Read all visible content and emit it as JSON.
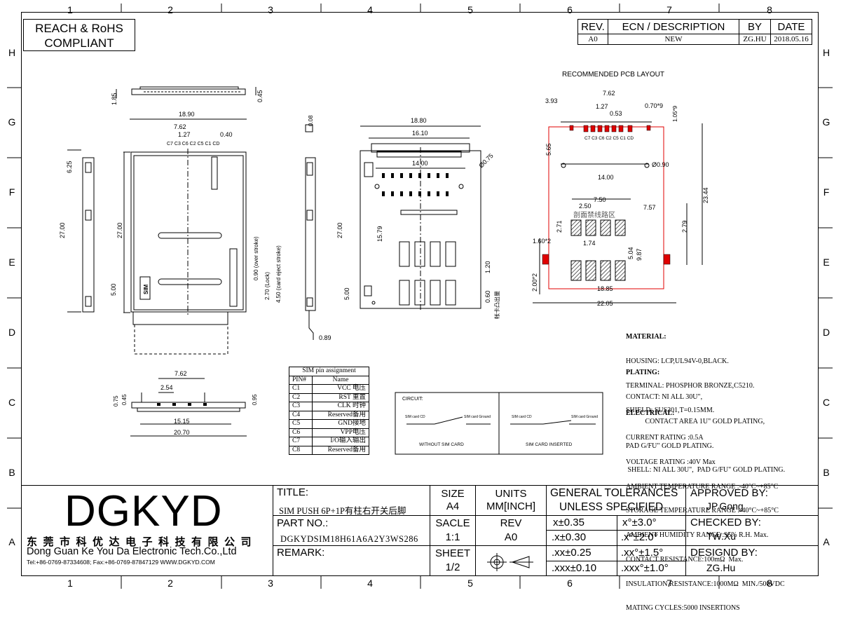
{
  "zones": {
    "numbers": [
      "1",
      "2",
      "3",
      "4",
      "5",
      "6",
      "7",
      "8"
    ],
    "letters": [
      "H",
      "G",
      "F",
      "E",
      "D",
      "C",
      "B",
      "A"
    ]
  },
  "compliance": {
    "line1": "REACH & RoHS",
    "line2": "COMPLIANT"
  },
  "revision_table": {
    "headers": [
      "REV.",
      "ECN / DESCRIPTION",
      "BY",
      "DATE"
    ],
    "row": [
      "A0",
      "NEW",
      "ZG.HU",
      "2018.05.16"
    ]
  },
  "pcb_layout": {
    "title": "RECOMMENDED PCB LAYOUT",
    "dims": [
      "3.93",
      "7.62",
      "0.70*9",
      "1.27",
      "0.53",
      "1.05*9",
      "5.65",
      "14.00",
      "Ø0.90",
      "23.44",
      "2.50",
      "7.50",
      "7.57",
      "2.71",
      "2.79",
      "1.74",
      "5.04",
      "9.87",
      "1.60*2",
      "2.00*2",
      "18.85",
      "22.05"
    ],
    "contacts": "C7 C3 C6 C2 C5 C1 CD",
    "keepout": "剖面禁线路区"
  },
  "top_view": {
    "dims": [
      "18.90",
      "7.62",
      "1.27",
      "0.40",
      "27.00",
      "6.25",
      "5.00",
      "0.90 (over stroke)",
      "2.70 (Lock)",
      "4.50 (card eject stroke)",
      "0.89"
    ],
    "contacts": "C7 C3 C6 C2 C5 C1 CD",
    "sim_label": "SIM"
  },
  "side_view_top": {
    "dims": [
      "1.85",
      "0.45"
    ]
  },
  "side_view_right": {
    "dims": [
      "0.08"
    ]
  },
  "bottom_view": {
    "dims": [
      "18.80",
      "16.10",
      "14.00",
      "Ø0.75",
      "27.00",
      "15.79",
      "5.00",
      "1.20",
      "0.60"
    ],
    "note": "帐卡凸出量"
  },
  "front_view": {
    "dims": [
      "7.62",
      "2.54",
      "0.75",
      "0.45",
      "0.95",
      "15.15",
      "20.70"
    ]
  },
  "sim_pin_assignment": {
    "title": "SIM pin assignment",
    "headers": [
      "PIN#",
      "Name"
    ],
    "rows": [
      [
        "C1",
        "VCC 电压"
      ],
      [
        "C2",
        "RST 重置"
      ],
      [
        "C3",
        "CLK 时钟"
      ],
      [
        "C4",
        "Reserved备用"
      ],
      [
        "C5",
        "GND接地"
      ],
      [
        "C6",
        "VPP电压"
      ],
      [
        "C7",
        "I/O输入输出"
      ],
      [
        "C8",
        "Reserved备用"
      ]
    ]
  },
  "circuit": {
    "title": "CIRCUIT:",
    "label_card_cd": "SIM card CD",
    "label_card_ground": "SIM card Ground",
    "left_caption": "WITHOUT SIM CARD",
    "right_caption": "SIM CARD INSERTED"
  },
  "specs": {
    "material_title": "MATERIAL:",
    "material": [
      "HOUSING: LCP,UL94V-0,BLACK.",
      "TERMINAL: PHOSPHOR BRONZE,C5210.",
      "SHIELD: SUS301,T=0.15MM."
    ],
    "plating_title": "PLATING:",
    "plating": [
      "CONTACT: NI ALL 30U\",",
      "           CONTACT AREA 1U\" GOLD PLATING,",
      "PAD G/FU\" GOLD PLATING.",
      " SHELL: NI ALL 30U\",  PAD G/FU\" GOLD PLATING."
    ],
    "electrical_title": "ELECTRICAL:",
    "electrical": [
      "CURRENT RATING :0.5A",
      "VOLTAGE RATING :40V Max",
      "AMBIENT TEMPERATURE RANGE :-40°C~+85°C",
      "STORAGE TEMPERATURE RANGE :-40°C~+85°C",
      "AMBIENT HUMIDITY RANGE :95% R.H. Max.",
      "CONTACT RESISTANCE:100mΩ  Max.",
      "INSULATION RESISTANCE:1000MΩ  MIN./500VDC",
      "MATING CYCLES:5000 INSERTIONS"
    ]
  },
  "title_block": {
    "logo": "DGKYD",
    "company_cn": "东莞市科优达电子科技有限公司",
    "company_en": "Dong Guan Ke You Da Electronic Tech.Co.,Ltd",
    "contact": "Tel:+86-0769-87334608; Fax:+86-0769-87847129  WWW.DGKYD.COM",
    "title_label": "TITLE:",
    "title_value": "SIM PUSH 6P+1P有柱右开关后脚",
    "part_label": "PART NO.:",
    "part_value": "DGKYDSIM18H61A6A2Y3WS286",
    "remark_label": "REMARK:",
    "size_label": "SIZE",
    "size_value": "A4",
    "units_label": "UNITS",
    "units_value": "MM[INCH]",
    "scale_label": "SACLE",
    "scale_value": "1:1",
    "rev_label": "REV",
    "rev_value": "A0",
    "sheet_label": "SHEET",
    "sheet_value": "1/2",
    "tol_title1": "GENERAL TOLERANCES",
    "tol_title2": "UNLESS SPECIFIED",
    "tol": [
      "x±0.35",
      "x°±3.0°",
      ".x±0.30",
      ".x°±2.0°",
      ".xx±0.25",
      ".xx°±1.5°",
      ".xxx±0.10",
      ".xxx°±1.0°"
    ],
    "approved_label": "APPROVED BY:",
    "approved_value": "JP.Gong",
    "checked_label": "CHECKED BY:",
    "checked_value": "TW.Xu",
    "designed_label": "DESIGND BY:",
    "designed_value": "ZG.Hu"
  }
}
